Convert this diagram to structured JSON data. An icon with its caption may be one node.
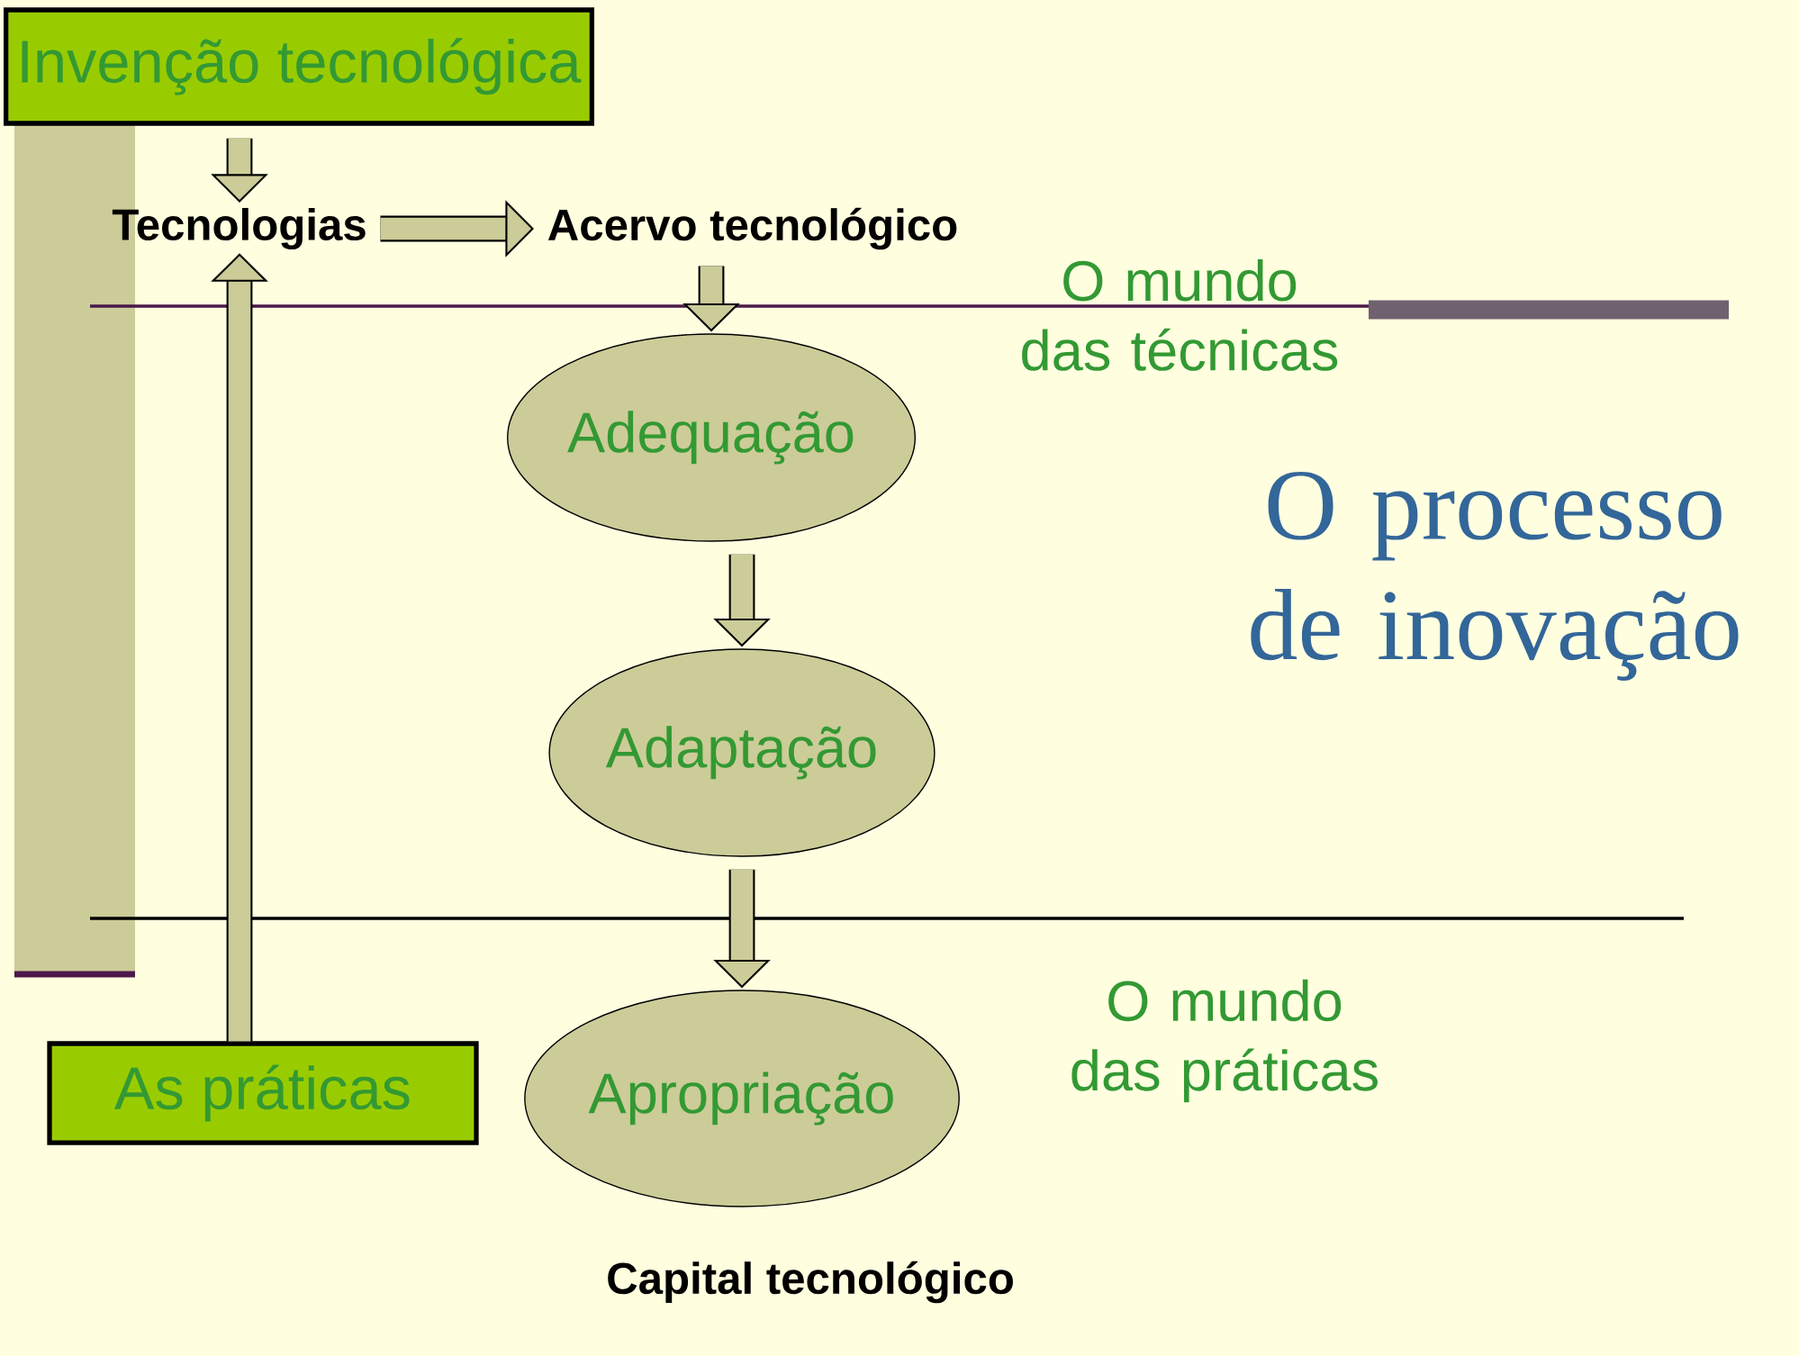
{
  "diagram": {
    "title": "O processo de inovação",
    "nodes": [
      {
        "text": [
          "Invenção tecnológica"
        ]
      },
      {
        "text": [
          "Tecnologias"
        ]
      },
      {
        "text": [
          "Acervo tecnológico"
        ]
      },
      {
        "text": [
          "Adequação"
        ]
      },
      {
        "text": [
          "Adaptação"
        ]
      },
      {
        "text": [
          "Apropriação"
        ]
      },
      {
        "text": [
          "As práticas"
        ]
      }
    ],
    "edges": [
      {
        "from": 0,
        "to": 1,
        "arrow": "to"
      },
      {
        "from": 1,
        "to": 2,
        "arrow": "to"
      },
      {
        "from": 2,
        "to": 3,
        "arrow": "to"
      },
      {
        "from": 3,
        "to": 4,
        "arrow": "to"
      },
      {
        "from": 4,
        "to": 5,
        "arrow": "to"
      },
      {
        "from": 6,
        "to": 1,
        "arrow": "to"
      }
    ],
    "labels": [
      "O mundo das técnicas",
      "O mundo das práticas",
      "Capital tecnológico"
    ]
  }
}
